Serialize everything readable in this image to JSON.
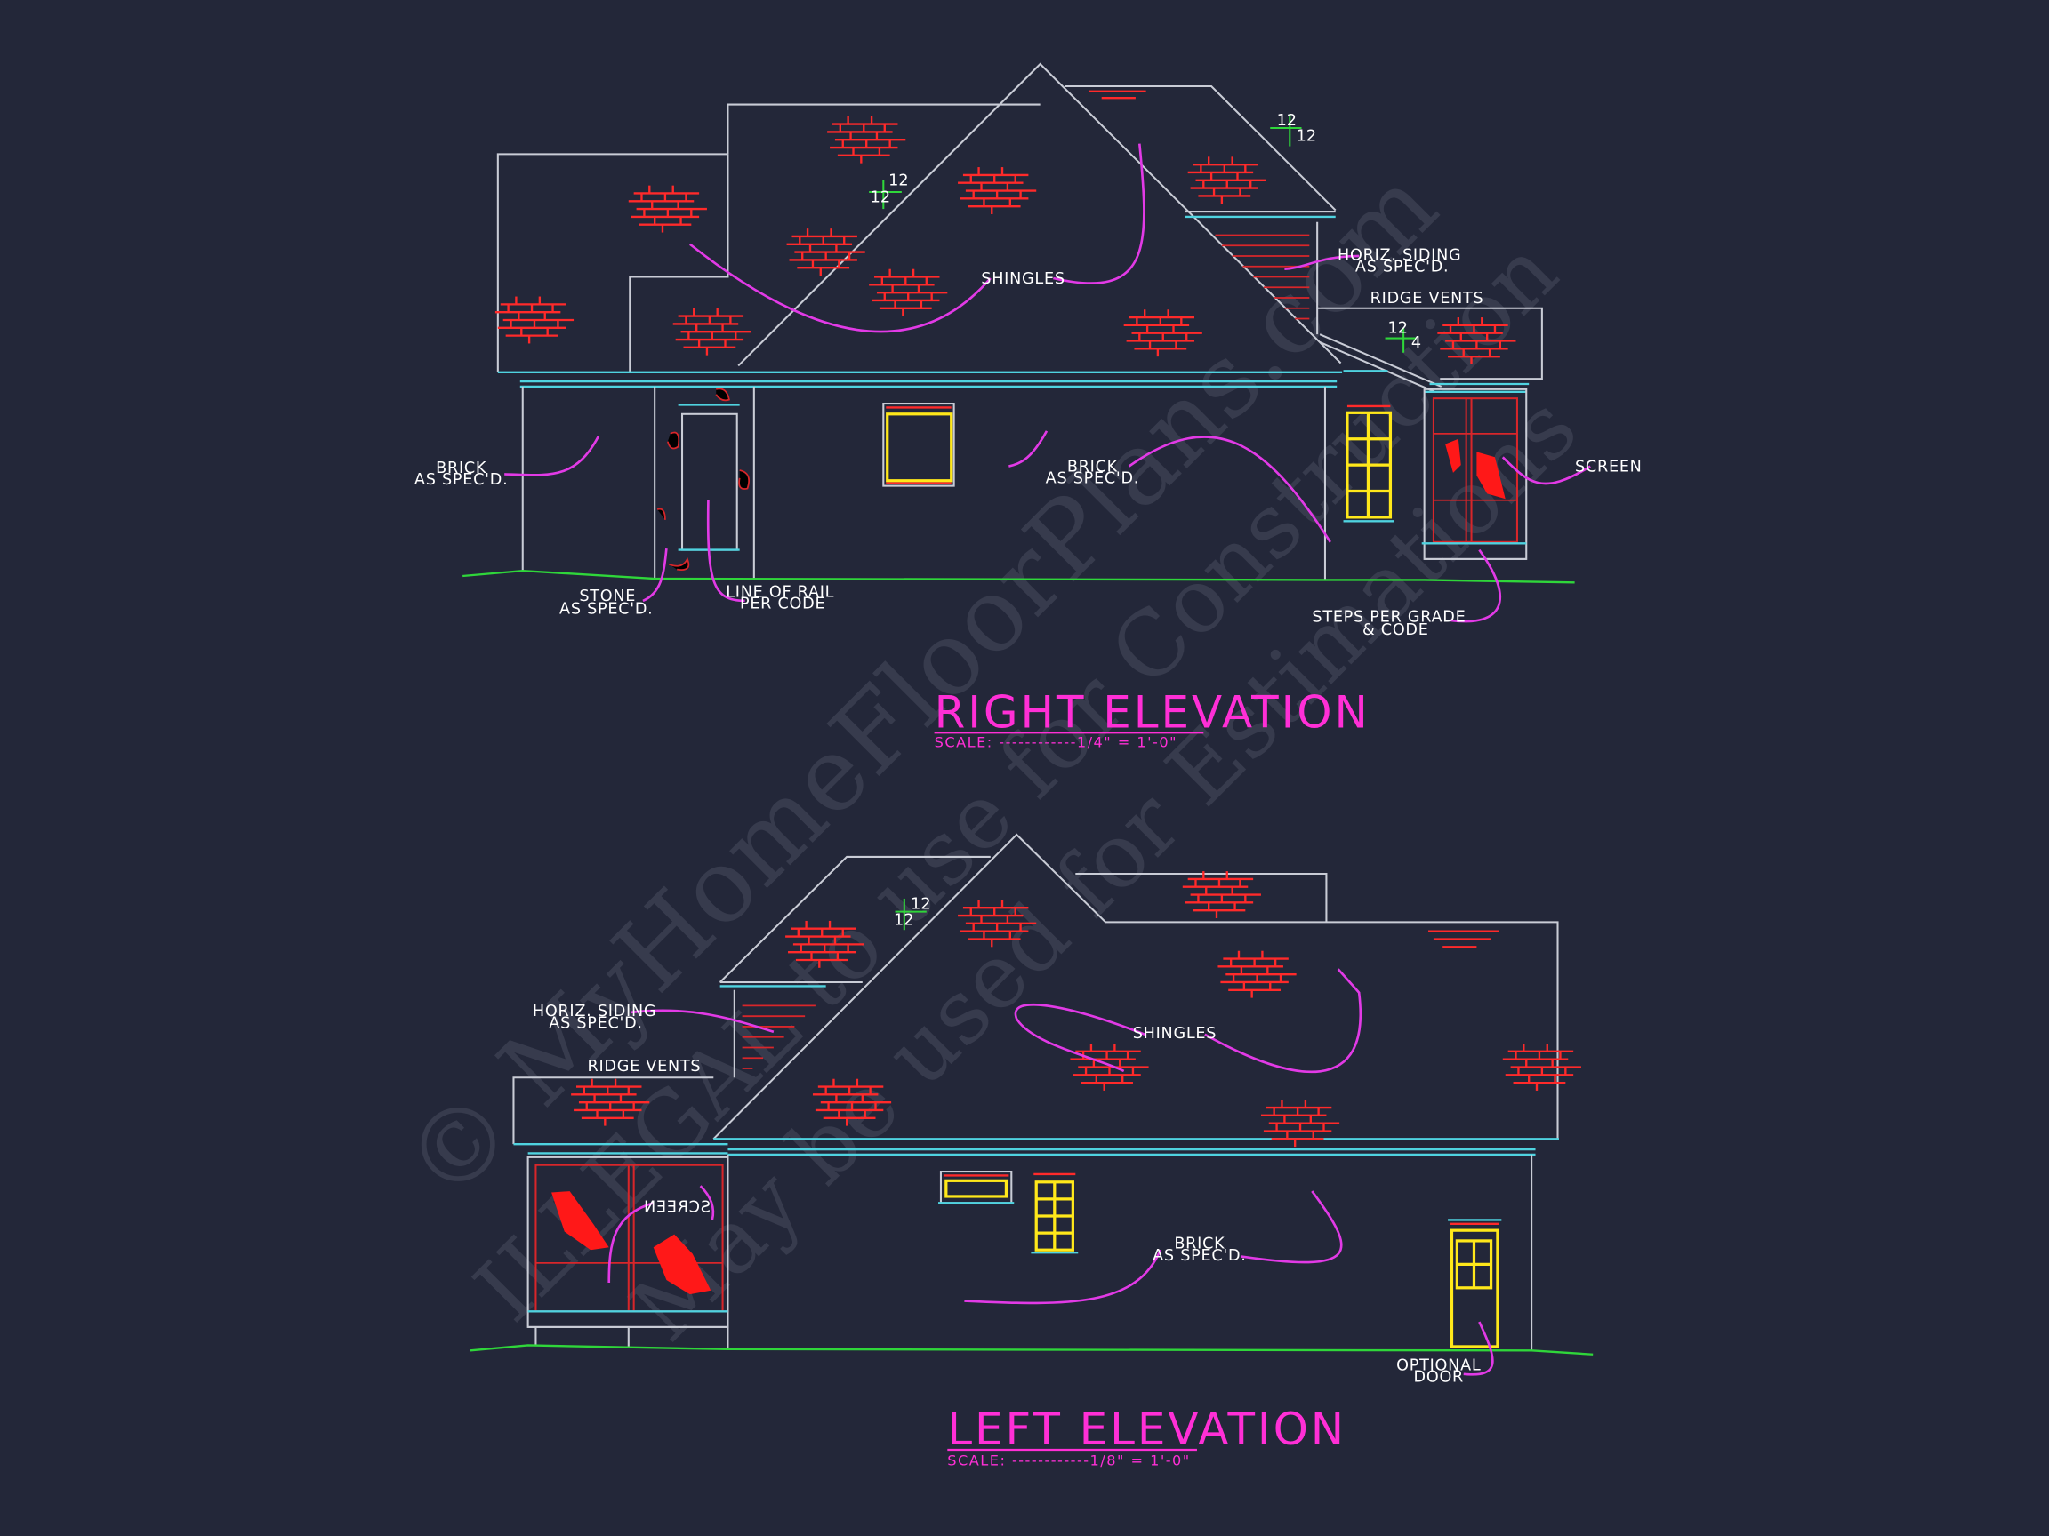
{
  "right_elevation": {
    "title": "RIGHT ELEVATION",
    "scale": "SCALE: ------------1/4\" = 1'-0\"",
    "notes": {
      "brick": [
        "BRICK",
        "AS SPEC'D."
      ],
      "stone": [
        "STONE",
        "AS SPEC'D."
      ],
      "rail": [
        "LINE OF RAIL",
        "PER CODE"
      ],
      "brick_center": [
        "BRICK",
        "AS SPEC'D."
      ],
      "shingles": "SHINGLES",
      "horiz_siding": [
        "HORIZ. SIDING",
        "AS SPEC'D."
      ],
      "ridge_vents": "RIDGE VENTS",
      "screen": "SCREEN",
      "steps": [
        "STEPS PER GRADE",
        "& CODE"
      ]
    },
    "pitches": [
      {
        "rise": "12",
        "run": "12"
      },
      {
        "rise": "12",
        "run": "12"
      },
      {
        "rise": "12",
        "run": "4"
      }
    ]
  },
  "left_elevation": {
    "title": "LEFT ELEVATION",
    "scale": "SCALE: ------------1/8\" = 1'-0\"",
    "notes": {
      "horiz_siding": [
        "HORIZ. SIDING",
        "AS SPEC'D."
      ],
      "ridge_vents": "RIDGE VENTS",
      "shingles": "SHINGLES",
      "screen_mirrored": "SCREEN",
      "brick": [
        "BRICK",
        "AS SPEC'D."
      ],
      "optional_door": [
        "OPTIONAL",
        "DOOR"
      ]
    },
    "pitches": [
      {
        "rise": "12",
        "run": "12"
      }
    ]
  },
  "watermark": {
    "line1": "© MyHomeFloorPlans.com",
    "line2": "ILLEGAL to use for Construction",
    "line3": "May be used for Estimations"
  },
  "colors": {
    "background": "#232739",
    "lines": "#c9ccd6",
    "fascia": "#4fd3e0",
    "ground": "#2fd63a",
    "leader": "#e23ae6",
    "window": "#ffe81a",
    "brick": "#ff2a2a",
    "title": "#ff2fd6"
  }
}
